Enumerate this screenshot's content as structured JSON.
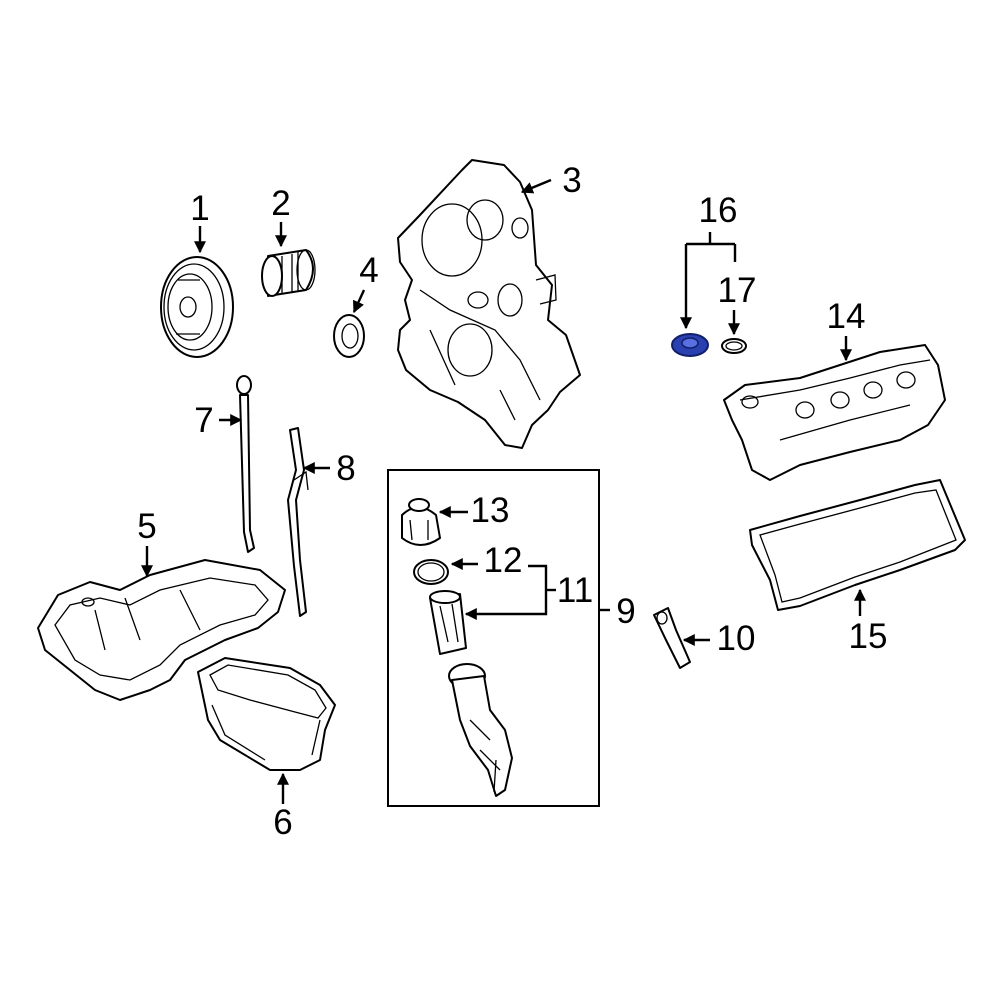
{
  "callouts": {
    "c1": "1",
    "c2": "2",
    "c3": "3",
    "c4": "4",
    "c5": "5",
    "c6": "6",
    "c7": "7",
    "c8": "8",
    "c9": "9",
    "c10": "10",
    "c11": "11",
    "c12": "12",
    "c13": "13",
    "c14": "14",
    "c15": "15",
    "c16": "16",
    "c17": "17"
  },
  "colors": {
    "highlight_fill": "#2a3fb0",
    "highlight_stroke": "#10206b",
    "line": "#000000",
    "background": "#ffffff"
  },
  "highlighted_part": "16"
}
